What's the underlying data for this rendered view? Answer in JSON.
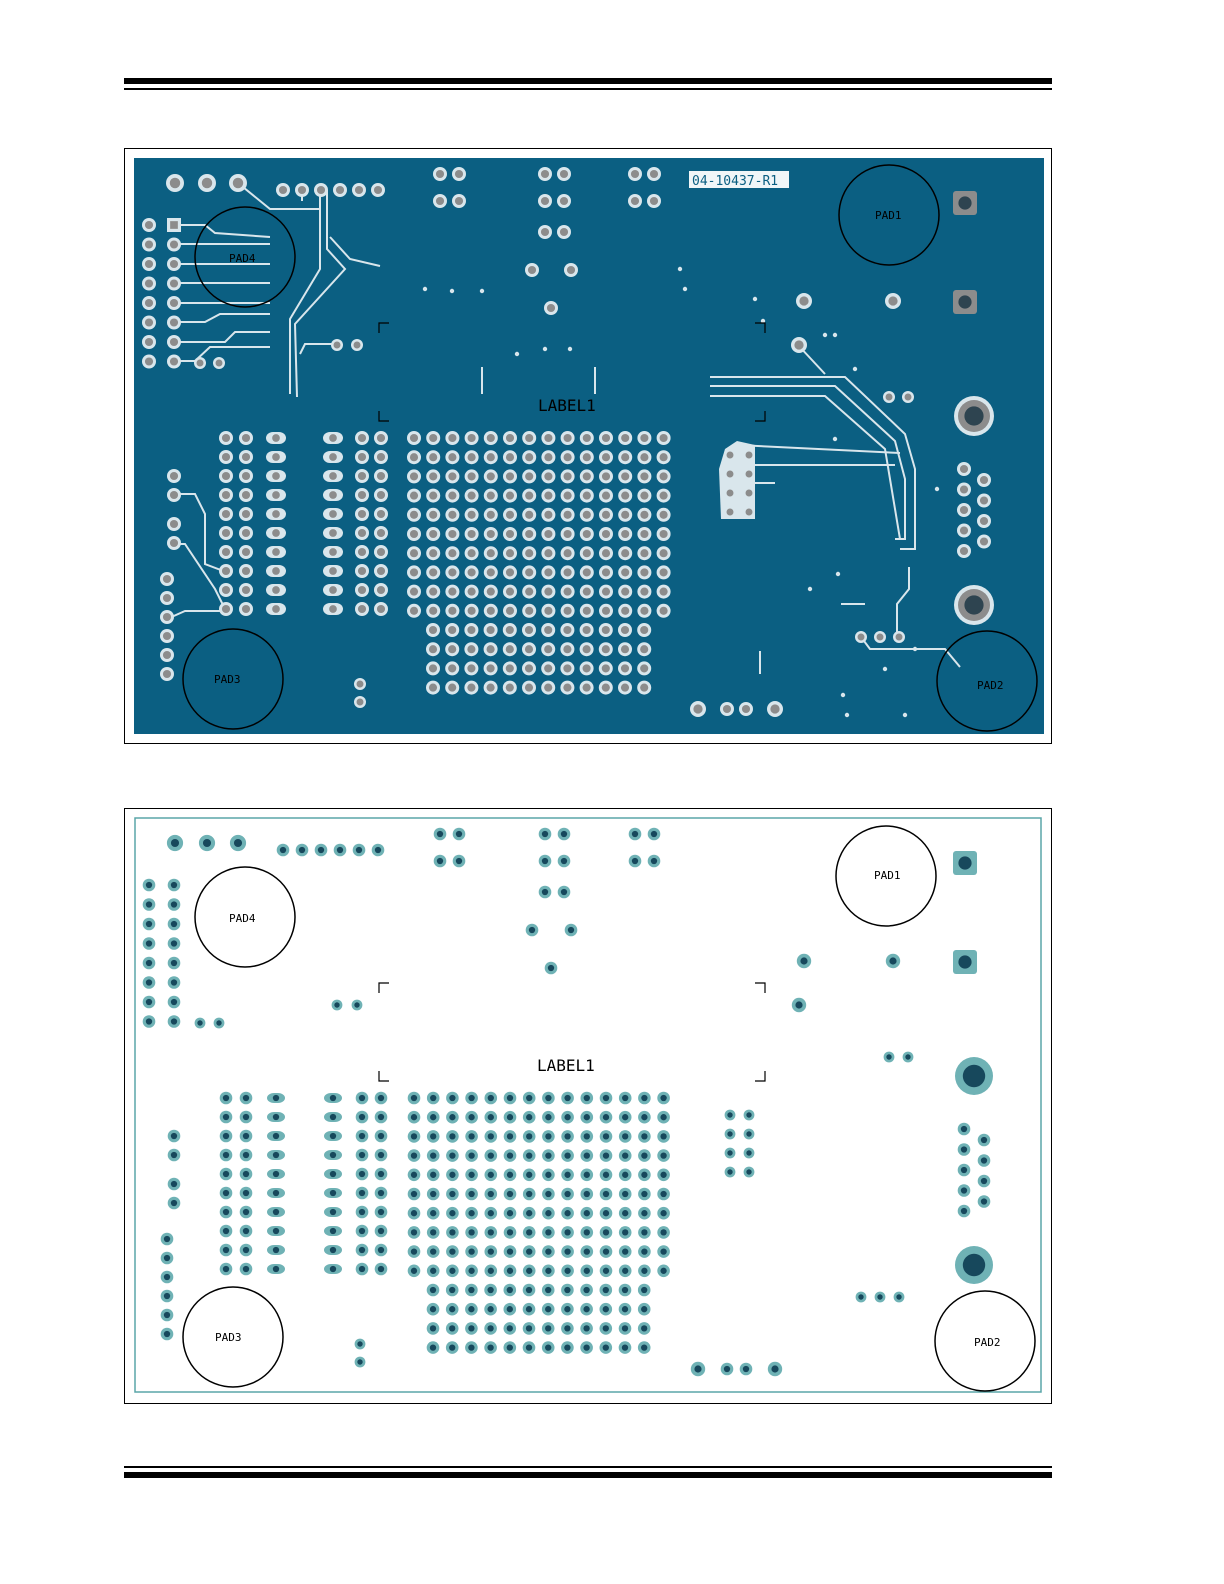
{
  "colors": {
    "board_fill": "#0b5f82",
    "copper": "#d9e6ec",
    "pad_gray": "#8c8c8c",
    "drill_dark": "#2e4450",
    "bottom_outline": "#5aa5a8",
    "bottom_pad": "#6fb2b5",
    "bottom_drill": "#17485c"
  },
  "top_view": {
    "board_id": "04-10437-R1",
    "label": "LABEL1",
    "pads": [
      "PAD1",
      "PAD2",
      "PAD3",
      "PAD4"
    ]
  },
  "bottom_view": {
    "label": "LABEL1",
    "pads": [
      "PAD1",
      "PAD2",
      "PAD3",
      "PAD4"
    ]
  }
}
